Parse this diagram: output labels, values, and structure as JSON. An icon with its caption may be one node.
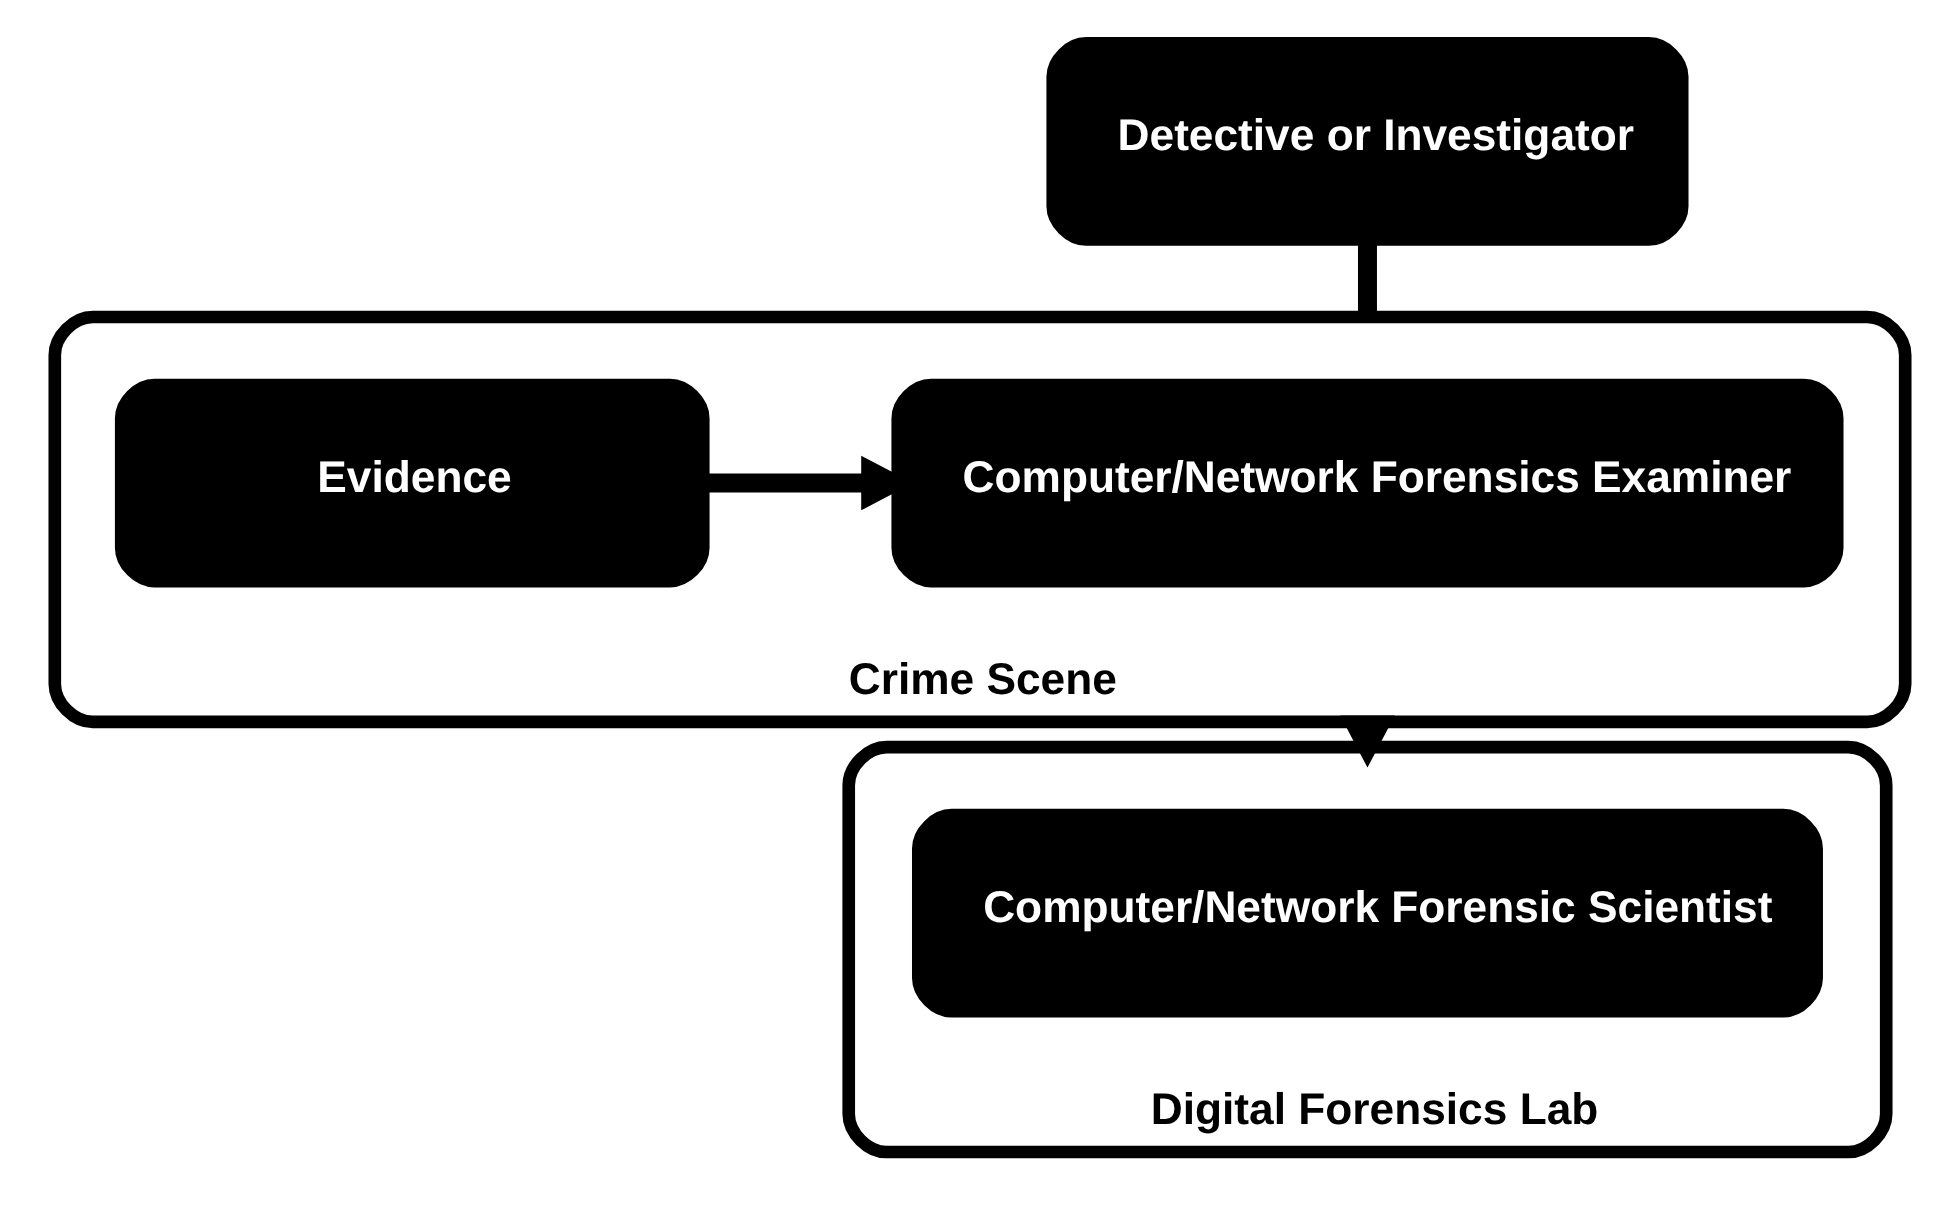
{
  "diagram": {
    "nodes": [
      {
        "text": [
          "Detective or Investigator"
        ]
      },
      {
        "text": [
          "Crime Scene"
        ]
      },
      {
        "text": [
          "Evidence"
        ],
        "in": 1
      },
      {
        "text": [
          "Computer/Network Forensics Examiner"
        ],
        "in": 1
      },
      {
        "text": [
          "Digital Forensics Lab"
        ]
      },
      {
        "text": [
          "Computer/Network Forensic Scientist"
        ],
        "in": 4
      }
    ],
    "edges": [
      {
        "from": 0,
        "to": 1,
        "arrow": "none"
      },
      {
        "from": 2,
        "to": 3,
        "arrow": "to"
      },
      {
        "from": 1,
        "to": 4,
        "arrow": "to"
      }
    ]
  }
}
